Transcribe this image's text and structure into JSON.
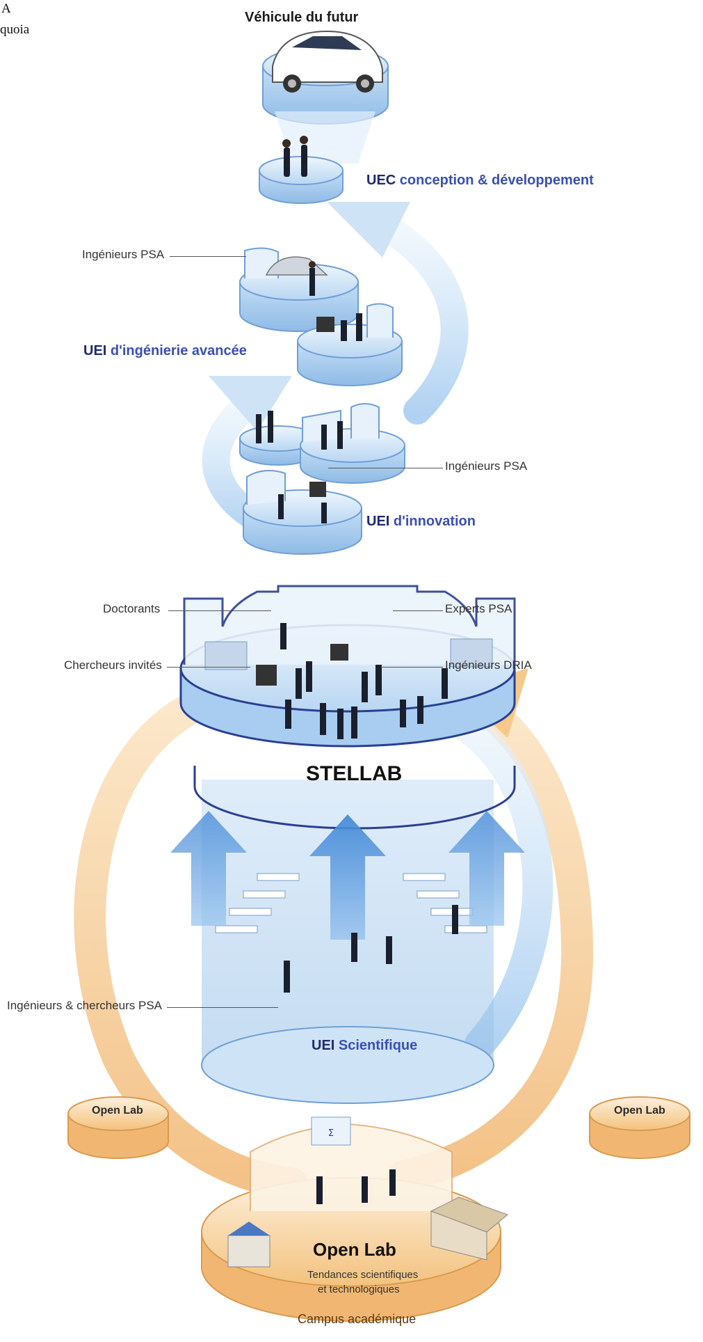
{
  "corner_text": [
    "A",
    "quoia"
  ],
  "top_title": "Véhicule du futur",
  "units": {
    "uec": {
      "acronym": "UEC",
      "text": "conception & développement"
    },
    "uei_avancee": {
      "acronym": "UEI",
      "text": "d'ingénierie avancée"
    },
    "uei_innovation": {
      "acronym": "UEI",
      "text": "d'innovation"
    },
    "uei_scientifique": {
      "acronym": "UEI",
      "text": "Scientifique"
    }
  },
  "side_labels": {
    "ingenieurs_psa_top": "Ingénieurs PSA",
    "ingenieurs_psa_mid": "Ingénieurs PSA",
    "doctorants": "Doctorants",
    "experts_psa": "Experts PSA",
    "chercheurs_invites": "Chercheurs invités",
    "ingenieurs_dria": "Ingénieurs DRIA",
    "ingenieurs_chercheurs_psa": "Ingénieurs & chercheurs PSA"
  },
  "stellab": "STELLAB",
  "open_lab_left": "Open Lab",
  "open_lab_right": "Open Lab",
  "open_lab_center": "Open Lab",
  "tendances_line1": "Tendances scientifiques",
  "tendances_line2": "et technologiques",
  "campus": "Campus académique",
  "colors": {
    "blue_platform": "#d6e8f8",
    "blue_edge": "#6f9fd8",
    "dark_blue": "#1e2a6e",
    "accent_blue": "#3a4fb5",
    "orange_platform": "#f9d9a6",
    "orange_edge": "#e8a85a"
  }
}
